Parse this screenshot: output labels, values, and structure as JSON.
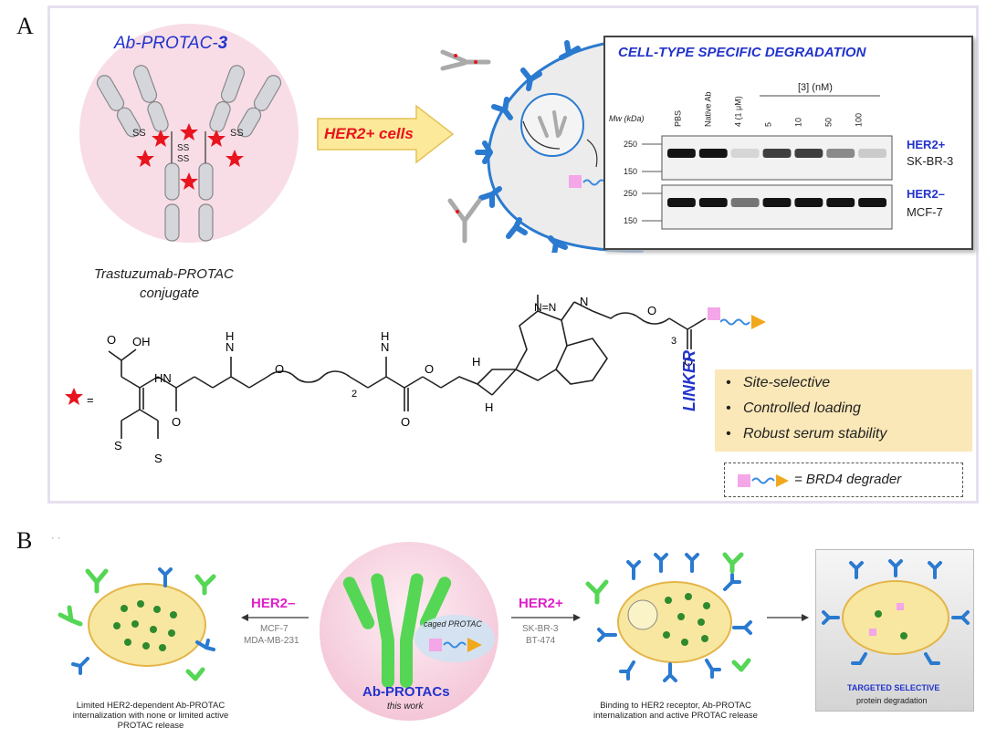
{
  "panel_a": {
    "letter": "A",
    "ab_title_prefix": "Ab-PROTAC-",
    "ab_title_num": "3",
    "caption_line1": "Trastuzumab-PROTAC",
    "caption_line2": "conjugate",
    "arrow_label": "HER2+ cells",
    "blot": {
      "title": "CELL-TYPE SPECIFIC DEGRADATION",
      "group_label": "[3] (nM)",
      "mw_label": "Mw (kDa)",
      "lanes": [
        "PBS",
        "Native Ab",
        "4 (1 μM)",
        "5",
        "10",
        "50",
        "100"
      ],
      "mw_marks": [
        "250",
        "150",
        "250",
        "150"
      ],
      "row1_label_a": "HER2+",
      "row1_label_b": "SK-BR-3",
      "row2_label_a": "HER2–",
      "row2_label_b": "MCF-7",
      "row1_intensity": [
        1.0,
        1.0,
        0.1,
        0.8,
        0.8,
        0.45,
        0.15
      ],
      "row2_intensity": [
        1.0,
        1.0,
        0.55,
        1.0,
        1.0,
        1.0,
        1.0
      ]
    },
    "linker_label": "LINKER",
    "bullets": [
      "Site-selective",
      "Controlled loading",
      "Robust serum stability"
    ],
    "legend_text": "= BRD4 degrader",
    "chem": {
      "star_eq": "=",
      "oh": "OH",
      "o": "O",
      "hn": "HN",
      "h": "H",
      "n": "N",
      "s": "S",
      "ss": "SS",
      "sub2": "2",
      "sub3": "3",
      "triazole": "N=N"
    }
  },
  "panel_b": {
    "letter": "B",
    "dots": "· ·",
    "left_label": "HER2–",
    "left_lines": [
      "MCF-7",
      "MDA-MB-231"
    ],
    "right_label": "HER2+",
    "right_lines": [
      "SK-BR-3",
      "BT-474"
    ],
    "center_title": "Ab-PROTACs",
    "center_sub": "this work",
    "caged": "caged PROTAC",
    "caption_left": [
      "Limited HER2-dependent Ab-PROTAC",
      "internalization with none or limited active",
      "PROTAC release"
    ],
    "caption_mid": [
      "Binding to HER2 receptor, Ab-PROTAC",
      "internalization and active PROTAC release"
    ],
    "caption_right_bold": "TARGETED SELECTIVE",
    "caption_right": "protein degradation"
  },
  "colors": {
    "blue_text": "#2233cc",
    "red_text": "#e8141e",
    "magenta": "#e020c8",
    "receptor": "#2a7ad0",
    "cell_fill": "#f8e7a0",
    "antibody_green": "#55d655",
    "bullet_bg": "#fbe8b8",
    "pink_bg": "#f8dde6"
  }
}
